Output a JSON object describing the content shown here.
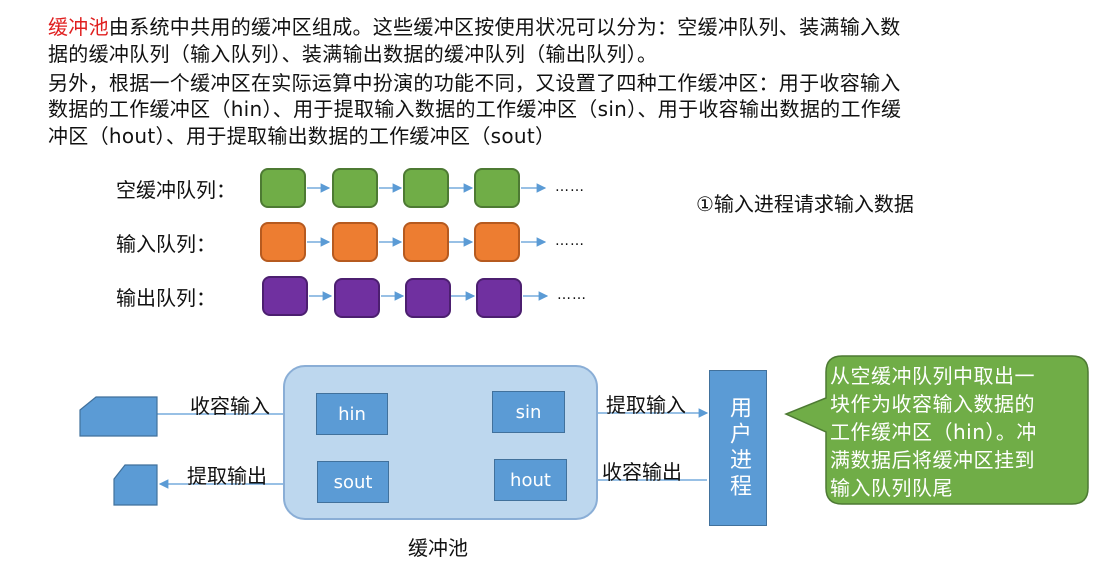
{
  "intro": {
    "p1_highlight": "缓冲池",
    "p1_line1_rest": "由系统中共用的缓冲区组成。这些缓冲区按使用状况可以分为：空缓冲队列、装满输入数",
    "p1_line2": "据的缓冲队列（输入队列）、装满输出数据的缓冲队列（输出队列）。",
    "p2_line1": "另外，根据一个缓冲区在实际运算中扮演的功能不同，又设置了四种工作缓冲区：用于收容输入",
    "p2_line2": "数据的工作缓冲区（hin）、用于提取输入数据的工作缓冲区（sin）、用于收容输出数据的工作缓",
    "p2_line3": "冲区（hout）、用于提取输出数据的工作缓冲区（sout）"
  },
  "queues": [
    {
      "label": "空缓冲队列：",
      "color": "#70ad47",
      "ellipsis": "……"
    },
    {
      "label": "输入队列：",
      "color": "#ed7d31",
      "ellipsis": "……"
    },
    {
      "label": "输出队列：",
      "color": "#7030a0",
      "ellipsis": "……"
    }
  ],
  "step_note": "①输入进程请求输入数据",
  "pool": {
    "caption": "缓冲池",
    "hin": "hin",
    "sin": "sin",
    "sout": "sout",
    "hout": "hout"
  },
  "arrows": {
    "collect_input": "收容输入",
    "extract_output": "提取输出",
    "extract_input": "提取输入",
    "collect_output": "收容输出"
  },
  "user_process": "用户进程",
  "callout": {
    "line1": "从空缓冲队列中取出一",
    "line2": "块作为收容输入数据的",
    "line3": "工作缓冲区（hin）。冲",
    "line4": "满数据后将缓冲区挂到",
    "line5": "输入队列队尾",
    "fill": "#70ad47"
  },
  "colors": {
    "accent_blue": "#5b9bd5",
    "pool_fill": "#bdd7ee",
    "arrow": "#5b9bd5"
  }
}
